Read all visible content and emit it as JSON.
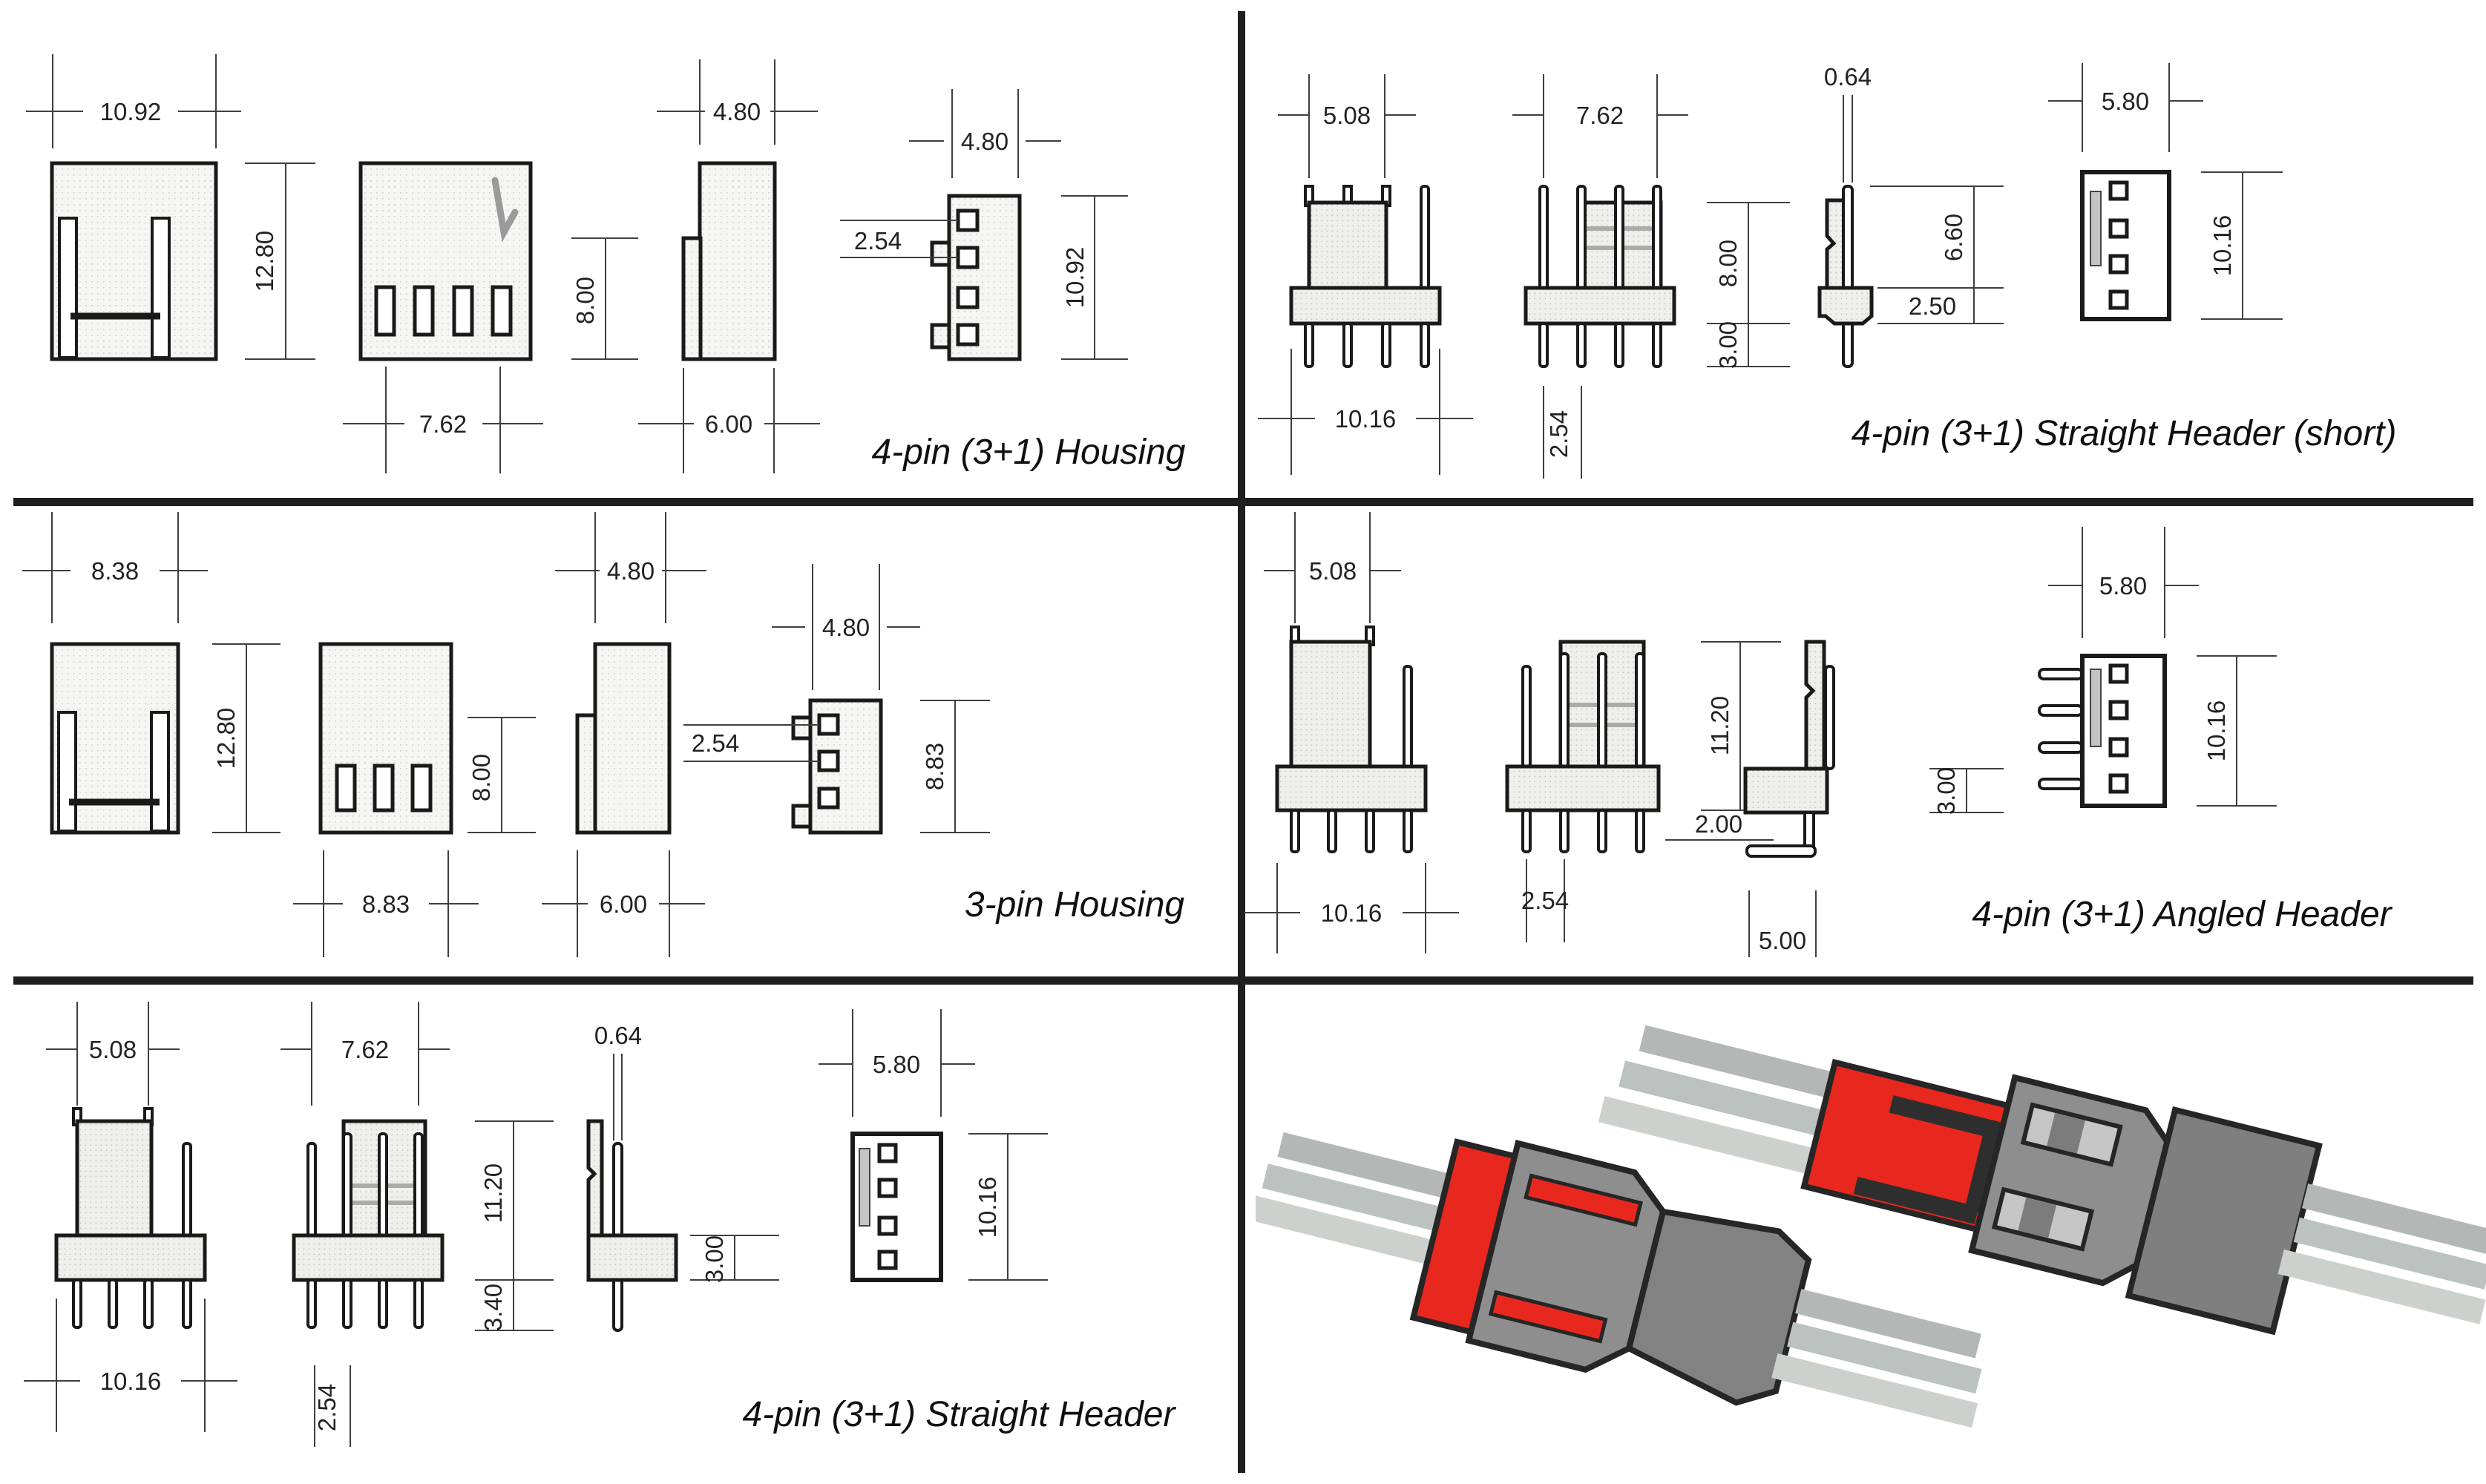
{
  "colors": {
    "accent_red": "#e8281e",
    "connector_gray": "#8e8e8e",
    "connector_gray_dark": "#7f7f7f",
    "wire_gray": "#b3b3b3",
    "wire_gray_light": "#ccd1ce",
    "outline": "#1a1a1a",
    "dimension_line": "#3f3f3f"
  },
  "panels": {
    "housing4": {
      "title": "4-pin (3+1) Housing",
      "dims": {
        "front_width": "10.92",
        "front_height": "12.80",
        "slot_span": "7.62",
        "side_top": "4.80",
        "side_height": "8.00",
        "side_bottom": "6.00",
        "pitch": "2.54",
        "back_width": "4.80",
        "back_height": "10.92"
      }
    },
    "header_short": {
      "title": "4-pin (3+1) Straight Header (short)",
      "dims": {
        "wall_width": "5.08",
        "pin_span": "7.62",
        "pin_sq": "0.64",
        "body_height": "8.00",
        "tail": "3.00",
        "base_span": "10.16",
        "pitch": "2.54",
        "pin_above": "6.60",
        "base_height": "2.50",
        "top_width": "5.80",
        "top_height": "10.16"
      }
    },
    "housing3": {
      "title": "3-pin Housing",
      "dims": {
        "front_width": "8.38",
        "front_height": "12.80",
        "body_width": "8.83",
        "side_height": "8.00",
        "side_top": "4.80",
        "side_bottom": "6.00",
        "pitch": "2.54",
        "back_width": "4.80",
        "back_height": "8.83"
      }
    },
    "header_angled": {
      "title": "4-pin (3+1) Angled Header",
      "dims": {
        "wall_width": "5.08",
        "body_height": "11.20",
        "bend_gap": "2.00",
        "pitch": "2.54",
        "base_span": "10.16",
        "base_height": "3.00",
        "leg_len": "5.00",
        "top_width": "5.80",
        "top_height": "10.16"
      }
    },
    "header_straight": {
      "title": "4-pin (3+1) Straight Header",
      "dims": {
        "wall_width": "5.08",
        "pin_span": "7.62",
        "pin_sq": "0.64",
        "body_height": "11.20",
        "tail": "3.40",
        "pitch": "2.54",
        "base_span": "10.16",
        "base_height": "3.00",
        "top_width": "5.80",
        "top_height": "10.16"
      }
    }
  }
}
